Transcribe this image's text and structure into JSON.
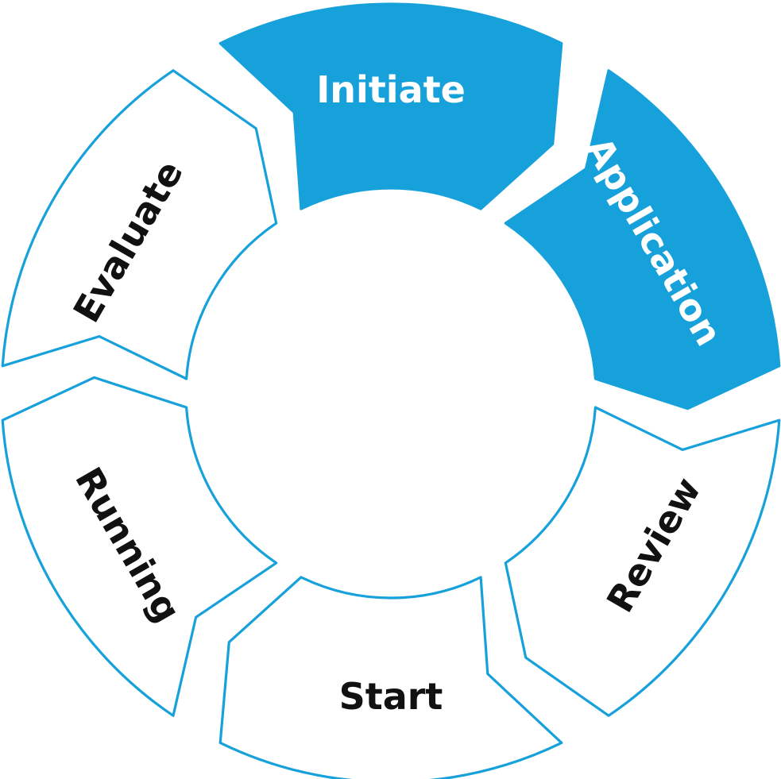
{
  "colors": {
    "accent": "#17a1db",
    "outline": "#17a1db",
    "inactive_fill": "#ffffff",
    "text_on_accent": "#ffffff",
    "text_default": "#111111"
  },
  "segments": [
    {
      "label": "Initiate",
      "highlighted": true
    },
    {
      "label": "Application",
      "highlighted": true
    },
    {
      "label": "Review",
      "highlighted": false
    },
    {
      "label": "Start",
      "highlighted": false
    },
    {
      "label": "Running",
      "highlighted": false
    },
    {
      "label": "Evaluate",
      "highlighted": false
    }
  ]
}
